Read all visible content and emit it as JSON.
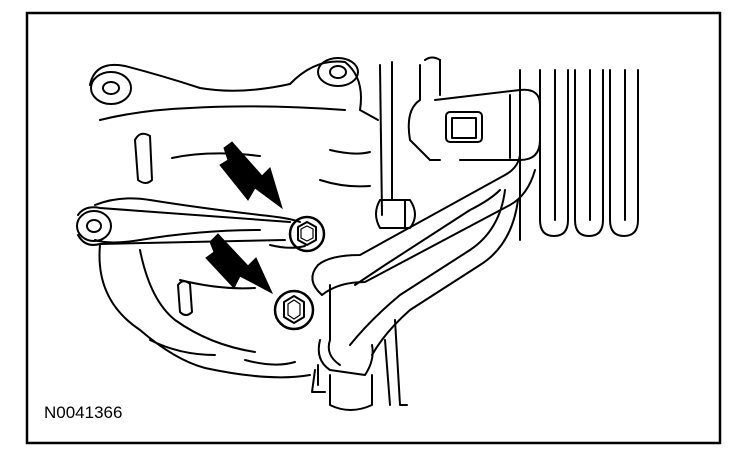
{
  "figure": {
    "label": "N0041366",
    "colors": {
      "ink": "#000000",
      "paper": "#ffffff"
    },
    "callouts": [
      {
        "name": "upper-bolt-arrow",
        "points_to": "upper-bolt"
      },
      {
        "name": "lower-bolt-arrow",
        "points_to": "lower-bolt"
      }
    ]
  }
}
